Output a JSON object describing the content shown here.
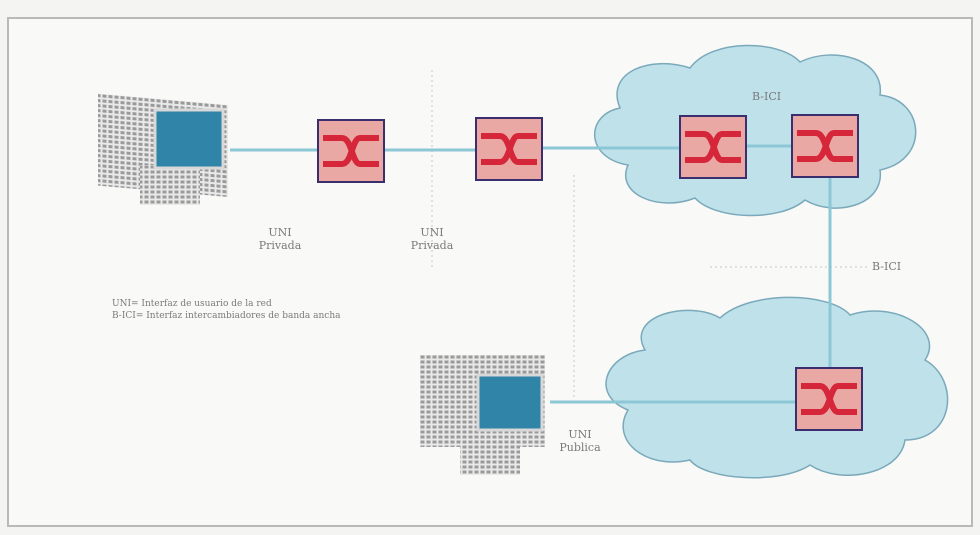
{
  "diagram": {
    "labels": {
      "uni_private_left": {
        "line1": "UNI",
        "line2": "Privada"
      },
      "uni_private_mid": {
        "line1": "UNI",
        "line2": "Privada"
      },
      "uni_public": {
        "line1": "UNI",
        "line2": "Publica"
      },
      "nni_top": "B-ICI",
      "nni_right": "B-ICI",
      "legend_line1": "UNI= Interfaz de usuario de la red",
      "legend_line2": "B-ICI= Interfaz intercambiadores de banda ancha"
    },
    "colors": {
      "frame_border": "#b9b9b9",
      "cloud_fill": "#bfe1ea",
      "cloud_stroke": "#7aa9bb",
      "switch_fill": "#e9a8a4",
      "switch_border": "#3a2e6e",
      "switch_glyph": "#d5263a",
      "link": "#8cc7d5",
      "divider": "#c8c8c8",
      "screen": "#2f84a8"
    },
    "icons": [
      "computer-icon",
      "atm-switch-icon",
      "network-cloud-icon"
    ]
  }
}
